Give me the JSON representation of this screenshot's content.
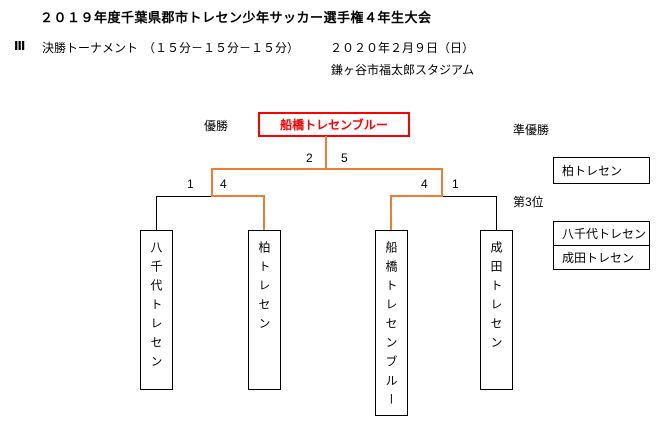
{
  "page": {
    "title": "２０１９年度千葉県郡市トレセン少年サッカー選手権４年生大会",
    "section_numeral": "Ⅲ",
    "section_title": "決勝トーナメント",
    "match_format": "（１５分－１５分－１５分）",
    "date": "２０２０年２月９日（日）",
    "venue": "鎌ヶ谷市福太郎スタジアム"
  },
  "results": {
    "champion_label": "優勝",
    "champion_name": "船橋トレセンブルー",
    "runner_up_label": "準優勝",
    "runner_up_name": "柏トレセン",
    "third_place_label": "第3位",
    "third_place": {
      "first": "八千代トレセン",
      "second": "成田トレセン"
    }
  },
  "bracket": {
    "teams": {
      "team1": "八千代トレセン",
      "team2": "柏トレセン",
      "team3": "船橋トレセンブルー",
      "team4": "成田トレセン"
    },
    "scores": {
      "semifinal_left": {
        "team1": "1",
        "team2": "4"
      },
      "semifinal_right": {
        "team3": "4",
        "team4": "1"
      },
      "final": {
        "team2": "2",
        "team3": "5"
      }
    }
  },
  "colors": {
    "champion_accent": "#FF0000",
    "winner_path": "#ED7D31"
  }
}
